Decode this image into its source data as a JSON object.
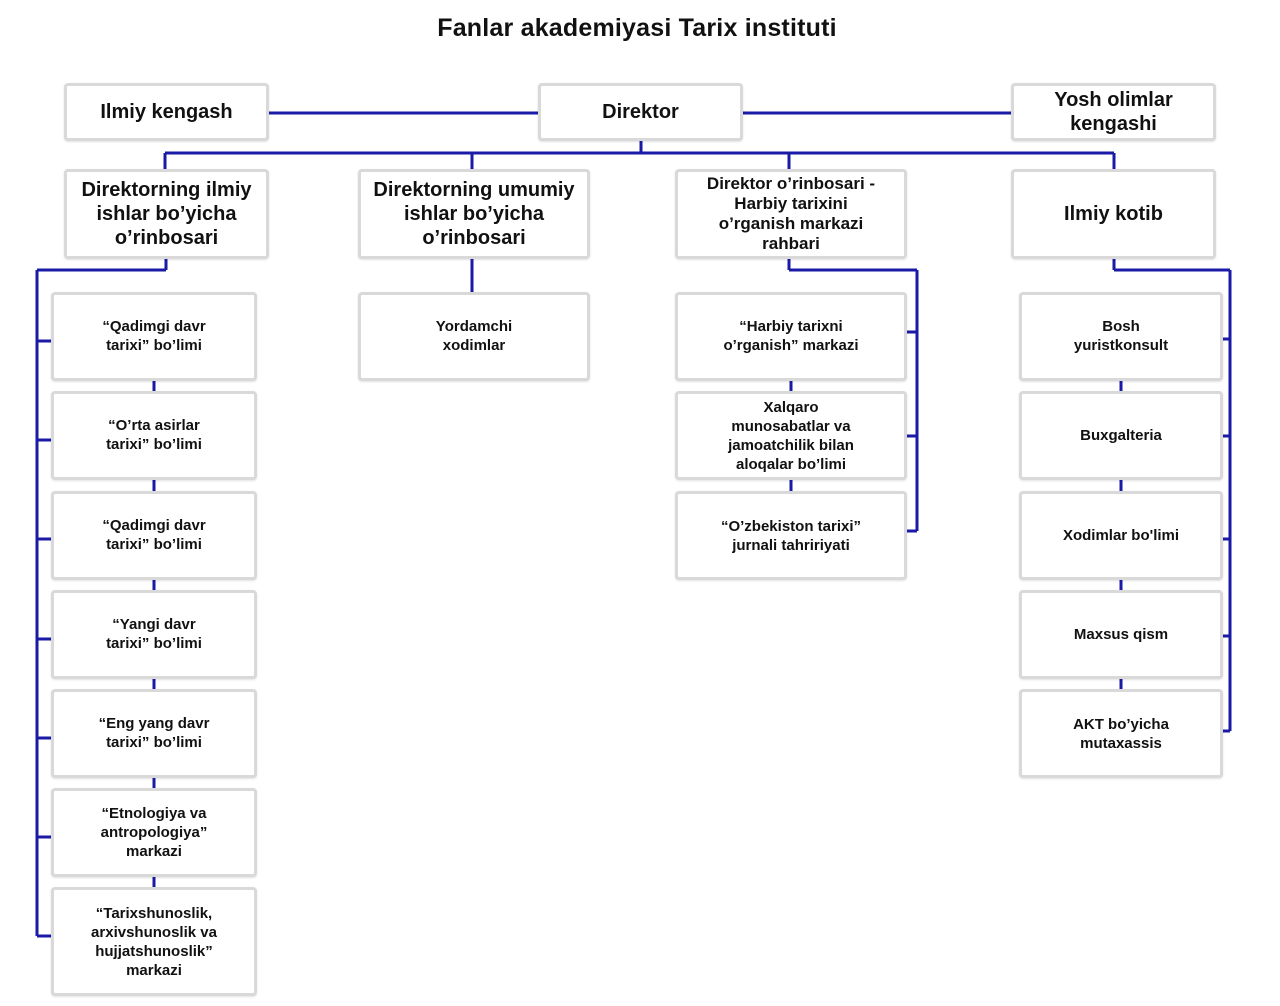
{
  "title": "Fanlar akademiyasi Tarix instituti",
  "colors": {
    "line": "#1a1aa6",
    "box_border": "#d9d9d9"
  },
  "top": {
    "left": "Ilmiy kengash",
    "center": "Direktor",
    "right": "Yosh olimlar\nkengashi"
  },
  "deputies": [
    "Direktorning ilmiy\nishlar bo’yicha\no’rinbosari",
    "Direktorning umumiy\nishlar bo’yicha\no’rinbosari",
    "Direktor o’rinbosari -\nHarbiy tarixini\no’rganish markazi\nrahbari",
    "Ilmiy kotib"
  ],
  "col1": [
    "“Qadimgi davr\ntarixi” bo’limi",
    "“O’rta asirlar\ntarixi” bo’limi",
    "“Qadimgi davr\ntarixi” bo’limi",
    "“Yangi davr\ntarixi” bo’limi",
    "“Eng yang davr\ntarixi” bo’limi",
    "“Etnologiya va\nantropologiya”\nmarkazi",
    "“Tarixshunoslik,\narxivshunoslik va\nhujjatshunoslik”\nmarkazi"
  ],
  "col2": [
    "Yordamchi\nxodimlar"
  ],
  "col3": [
    "“Harbiy tarixni\no’rganish” markazi",
    "Xalqaro\nmunosabatlar va\njamoatchilik bilan\naloqalar bo’limi",
    "“O’zbekiston tarixi”\njurnali tahririyati"
  ],
  "col4": [
    "Bosh\nyuristkonsult",
    "Buxgalteria",
    "Xodimlar bo'limi",
    "Maxsus qism",
    "AKT bo’yicha\nmutaxassis"
  ]
}
